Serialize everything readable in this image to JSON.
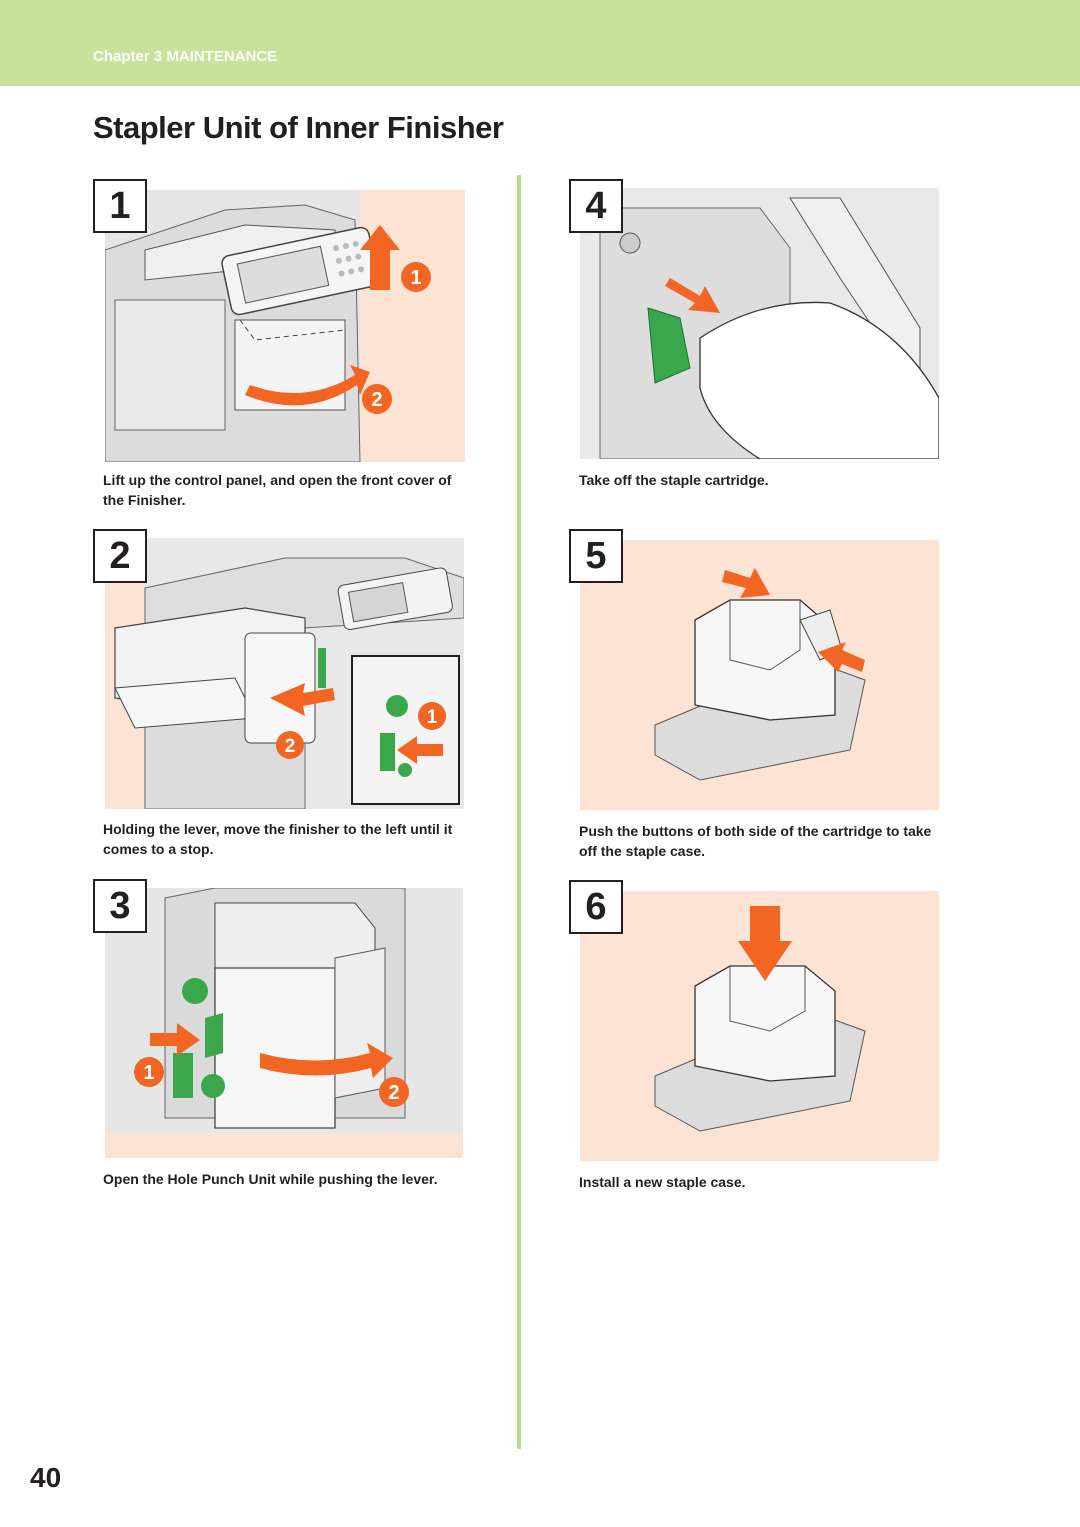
{
  "header": {
    "chapter": "Chapter 3 MAINTENANCE",
    "title": "Stapler Unit of Inner Finisher"
  },
  "steps": [
    {
      "number": "1",
      "caption": "Lift up the control panel, and open the front cover of the Finisher.",
      "markers": [
        "1",
        "2"
      ]
    },
    {
      "number": "2",
      "caption": "Holding the lever, move the finisher to the left until it comes to a stop.",
      "markers": [
        "1",
        "2"
      ]
    },
    {
      "number": "3",
      "caption": "Open the Hole Punch Unit while pushing the lever.",
      "markers": [
        "1",
        "2"
      ]
    },
    {
      "number": "4",
      "caption": "Take off the staple cartridge."
    },
    {
      "number": "5",
      "caption": "Push the buttons of both side of the cartridge to take off the staple case."
    },
    {
      "number": "6",
      "caption": "Install a new staple case."
    }
  ],
  "footer": {
    "page_number": "40"
  },
  "colors": {
    "chapter_band": "#c8e29b",
    "illustration_bg": "#fde3d3",
    "arrow": "#f26522",
    "lever": "#3aa84a",
    "divider": "#b9dc8a"
  },
  "icons": [
    "arrow-icon",
    "step-marker-icon",
    "finisher-illustration",
    "staple-cartridge-illustration"
  ]
}
